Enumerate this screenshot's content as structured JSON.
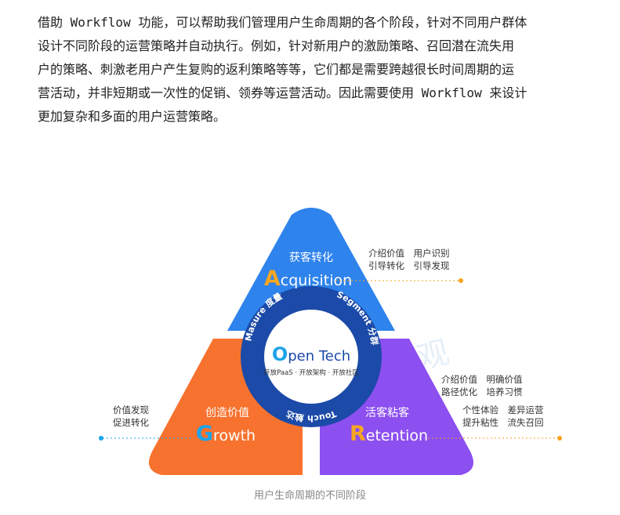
{
  "paragraph": {
    "lines": [
      "借助 Workflow 功能，可以帮助我们管理用户生命周期的各个阶段，针对不同用户群体",
      "设计不同阶段的运营策略并自动执行。例如，针对新用户的激励策略、召回潜在流失用",
      "户的策略、刺激老用户产生复购的返利策略等等，它们都是需要跨越很长时间周期的运",
      "营活动，并非短期或一次性的促销、领券等运营活动。因此需要使用 Workflow 来设计",
      "更加复杂和多面的用户运营策略。"
    ]
  },
  "diagram": {
    "colors": {
      "acquisition": "#2e83ec",
      "growth": "#f7722e",
      "retention": "#8c4ff0",
      "ring": "#1b4aa8",
      "accent": "#f5a623",
      "dot_blue": "#1ea4e9",
      "dot_orange": "#f7a21e"
    },
    "center": {
      "brand_initial": "O",
      "brand_rest": "pen Tech",
      "tagline": "开放PaaS · 开放架构 · 开放社区"
    },
    "ring_labels": {
      "left": "Masure 度量",
      "right": "Segment 分群",
      "bottom": "Touch 触达"
    },
    "acquisition": {
      "cn": "获客转化",
      "initial": "A",
      "rest": "cquisition",
      "notes": [
        "介绍价值　用户识别",
        "引导转化　引导发现"
      ]
    },
    "growth": {
      "cn": "创造价值",
      "initial": "G",
      "rest": "rowth",
      "notes": [
        "价值发现",
        "促进转化"
      ]
    },
    "retention": {
      "cn": "活客粘客",
      "initial": "R",
      "rest": "etention",
      "notes_top": [
        "介绍价值　明确价值",
        "路径优化　培养习惯"
      ],
      "notes_bottom": [
        "个性体验　差异运营",
        "提升粘性　流失召回"
      ]
    },
    "watermark": "的数据观"
  },
  "caption": "用户生命周期的不同阶段"
}
